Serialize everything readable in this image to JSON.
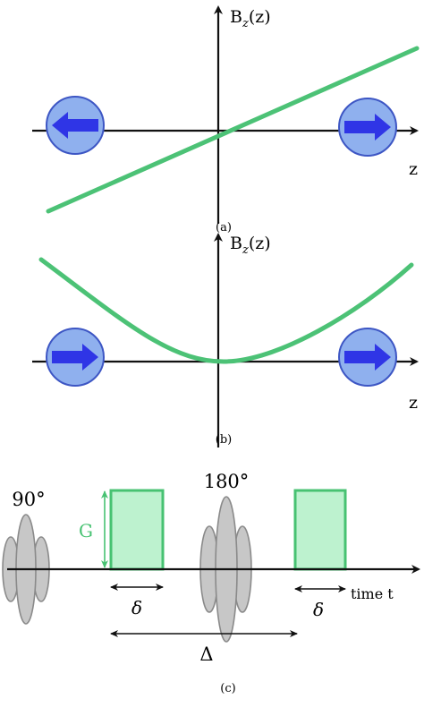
{
  "panel_a": {
    "axis_label_prefix": "B",
    "axis_label_subscript": "z",
    "axis_label_suffix": "(z)",
    "horizontal_axis_label": "z",
    "caption": "(a)",
    "curve_shape": "linear",
    "left_spin_direction": "left",
    "right_spin_direction": "right"
  },
  "panel_b": {
    "axis_label_prefix": "B",
    "axis_label_subscript": "z",
    "axis_label_suffix": "(z)",
    "horizontal_axis_label": "z",
    "caption": "(b)",
    "curve_shape": "parabolic",
    "left_spin_direction": "right",
    "right_spin_direction": "right"
  },
  "panel_c": {
    "rf_pulse_1": "90°",
    "rf_pulse_2": "180°",
    "gradient_label": "G",
    "delta_small_1": "δ",
    "delta_small_2": "δ",
    "delta_large": "Δ",
    "time_axis_label": "time t",
    "caption": "(c)"
  },
  "colors": {
    "field_curve": "#4cc276",
    "gradient_pulse_fill": "#bdf2cf",
    "gradient_pulse_stroke": "#47c272",
    "spin_circle": "#8fb0ee",
    "spin_arrow": "#2f35e6",
    "rf_pulse": "#c7c7c7"
  }
}
